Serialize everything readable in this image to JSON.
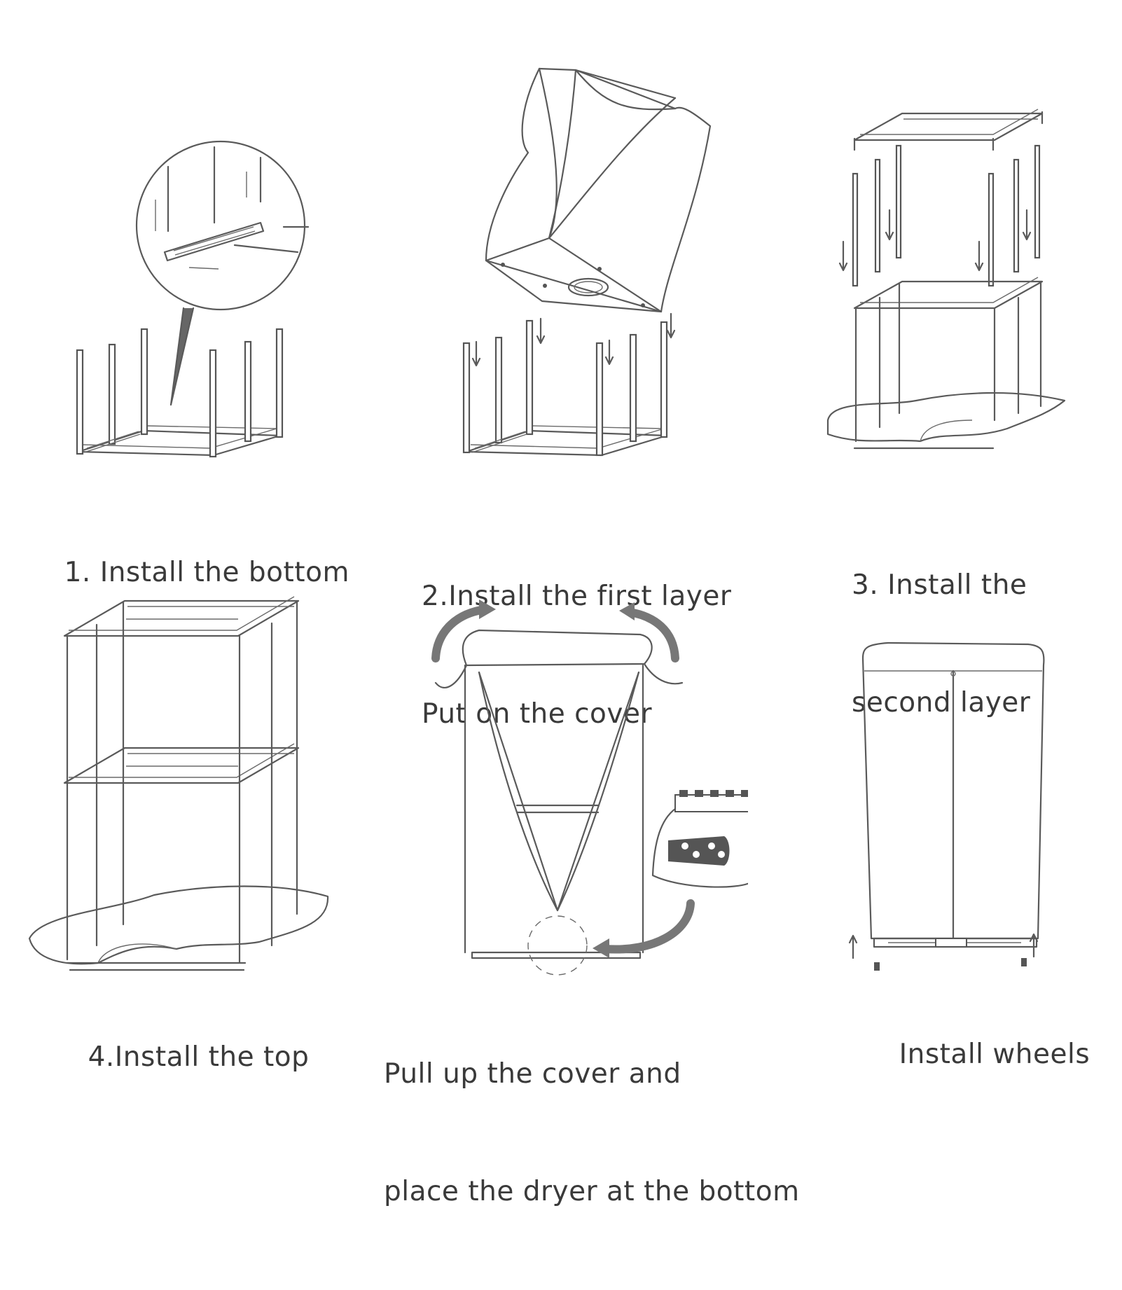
{
  "steps": [
    {
      "lines": [
        "1. Install the bottom"
      ]
    },
    {
      "lines": [
        "2.Install the first layer",
        "Put on the cover"
      ]
    },
    {
      "lines": [
        "3. Install the",
        "second layer"
      ]
    },
    {
      "lines": [
        "4.Install the top"
      ]
    },
    {
      "lines": [
        "Pull up the cover and",
        "place the dryer at the bottom"
      ]
    },
    {
      "lines": [
        "Install wheels"
      ]
    }
  ],
  "colors": {
    "line": "#5a5a5a",
    "text": "#3a3a3a",
    "background": "#ffffff"
  }
}
